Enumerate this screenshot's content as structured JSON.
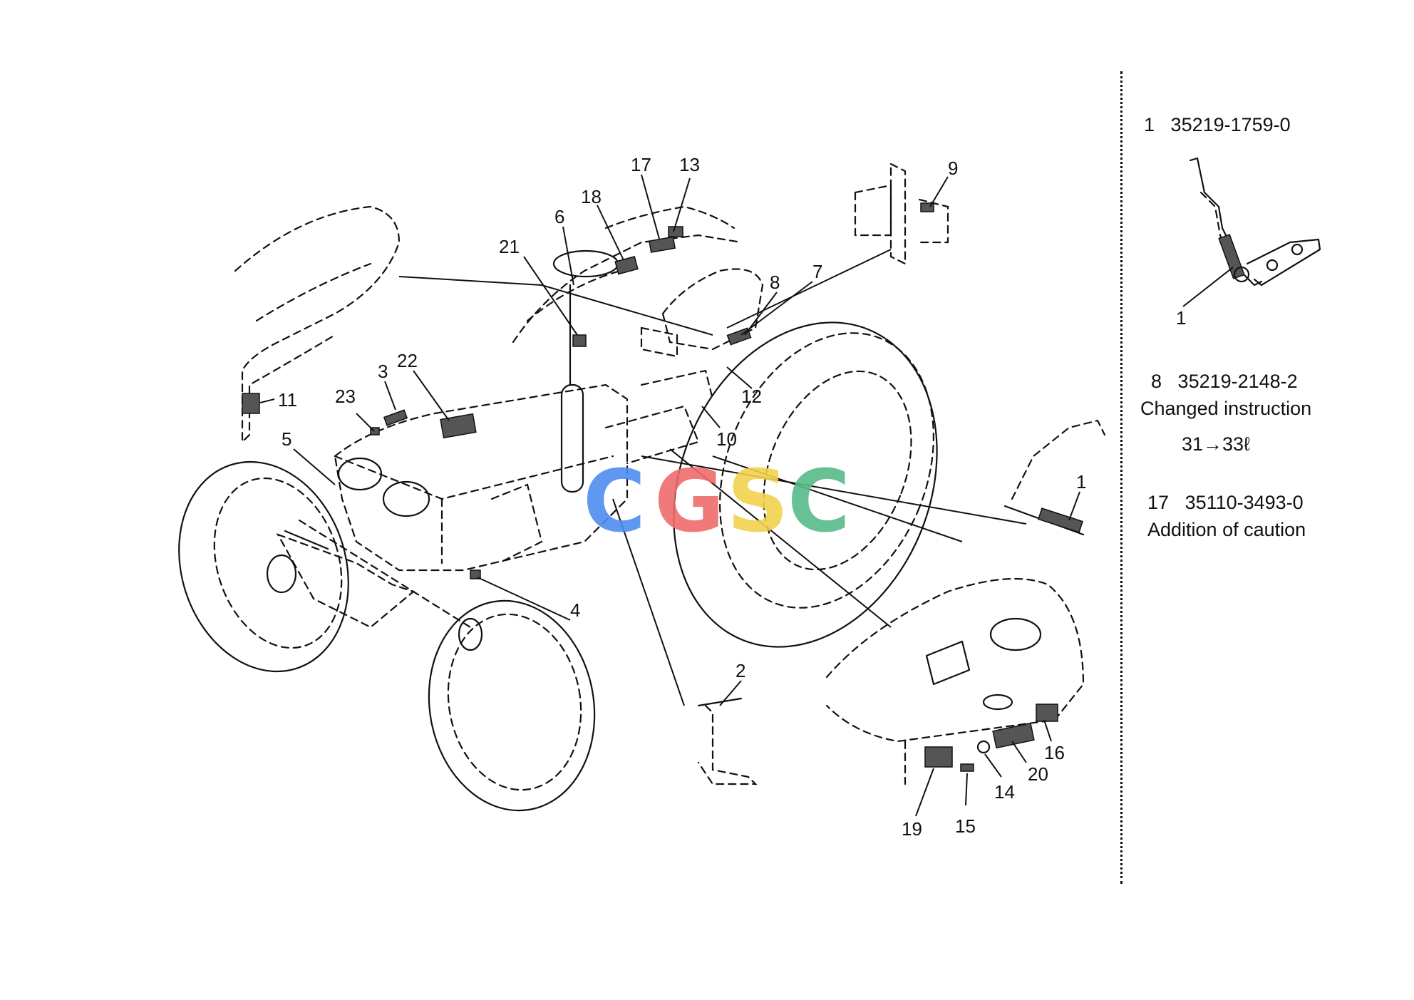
{
  "callouts": [
    "1",
    "2",
    "3",
    "4",
    "5",
    "6",
    "7",
    "8",
    "9",
    "10",
    "11",
    "12",
    "13",
    "14",
    "15",
    "16",
    "17",
    "18",
    "19",
    "20",
    "21",
    "22",
    "23"
  ],
  "watermark": {
    "letters": [
      "C",
      "G",
      "S",
      "C"
    ],
    "colors": [
      "#4f8df0",
      "#ee6a6a",
      "#f2d14b",
      "#58b98a"
    ]
  },
  "notes": [
    {
      "number": "1",
      "part_no": "35219-1759-0",
      "lines": []
    },
    {
      "number": "8",
      "part_no": "35219-2148-2",
      "lines": [
        "Changed instruction",
        "31→33ℓ"
      ]
    },
    {
      "number": "17",
      "part_no": "35110-3493-0",
      "lines": [
        "Addition of caution"
      ]
    }
  ],
  "detail_callout": "1"
}
